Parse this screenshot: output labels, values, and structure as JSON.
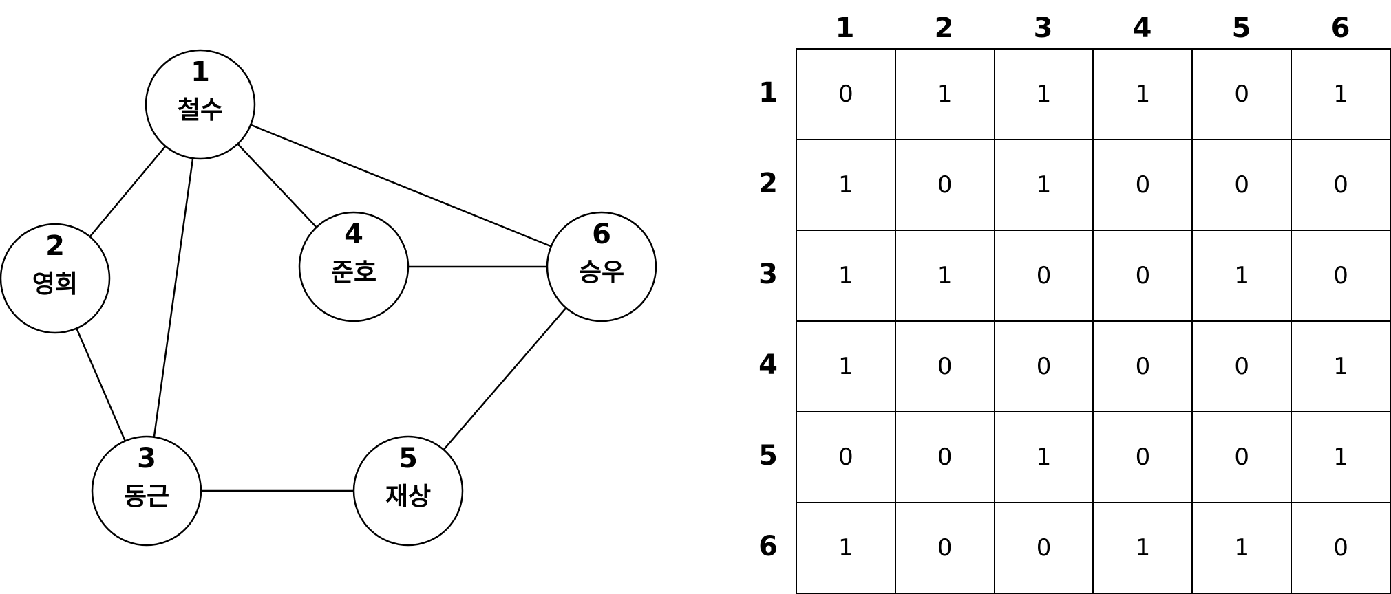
{
  "graph": {
    "nodes": [
      {
        "id": "1",
        "name": "철수"
      },
      {
        "id": "2",
        "name": "영희"
      },
      {
        "id": "3",
        "name": "동근"
      },
      {
        "id": "4",
        "name": "준호"
      },
      {
        "id": "5",
        "name": "재상"
      },
      {
        "id": "6",
        "name": "승우"
      }
    ],
    "edges": [
      [
        "1",
        "2"
      ],
      [
        "1",
        "3"
      ],
      [
        "1",
        "4"
      ],
      [
        "1",
        "6"
      ],
      [
        "2",
        "3"
      ],
      [
        "3",
        "5"
      ],
      [
        "4",
        "6"
      ],
      [
        "5",
        "6"
      ]
    ]
  },
  "matrix": {
    "col_headers": [
      "1",
      "2",
      "3",
      "4",
      "5",
      "6"
    ],
    "row_headers": [
      "1",
      "2",
      "3",
      "4",
      "5",
      "6"
    ],
    "rows": [
      [
        "0",
        "1",
        "1",
        "1",
        "0",
        "1"
      ],
      [
        "1",
        "0",
        "1",
        "0",
        "0",
        "0"
      ],
      [
        "1",
        "1",
        "0",
        "0",
        "1",
        "0"
      ],
      [
        "1",
        "0",
        "0",
        "0",
        "0",
        "1"
      ],
      [
        "0",
        "0",
        "1",
        "0",
        "0",
        "1"
      ],
      [
        "1",
        "0",
        "0",
        "1",
        "1",
        "0"
      ]
    ]
  }
}
